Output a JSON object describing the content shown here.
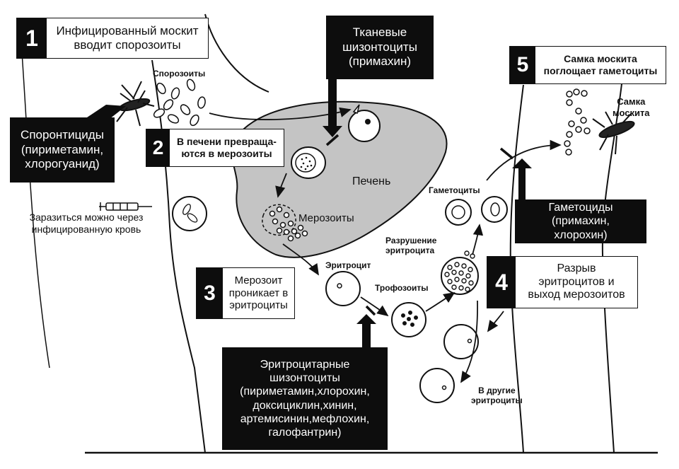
{
  "steps": [
    {
      "number": "1",
      "text": "Инфицированный москит\nвводит спорозоиты"
    },
    {
      "number": "2",
      "text": "В печени превраща-\nются в мерозоиты"
    },
    {
      "number": "3",
      "text": "Мерозоит\nпроникает в\nэритроциты"
    },
    {
      "number": "4",
      "text": "Разрыв\nэритроцитов и\nвыход мерозоитов"
    },
    {
      "number": "5",
      "text": "Самка москита\nпоглощает гаметоциты"
    }
  ],
  "drugs": {
    "sporonticides": "Спорونтициды\n(пириметамин,\nхлорогуанид)",
    "tissue_schizonticides": "Тканевые\nшизонтоциты\n(примахин)",
    "gametocides": "Гаметоциды\n(примахин,\nхлорохин)",
    "erythrocytic_schizonticides": "Эритроцитарные\nшизонтоциты\n(пириметамин,хлорохин,\nдоксициклин,хинин,\nартемисинин,мефлохин,\nгалофантрин)"
  },
  "labels": {
    "sporozoites": "Спорозоиты",
    "liver": "Печень",
    "merozoites": "Мерозоиты",
    "blood_infection": "Заразиться можно через\nинфицированную кровь",
    "erythrocyte": "Эритроцит",
    "trophozoites": "Трофозоиты",
    "erythrocyte_destruction": "Разрушение\nэритроцита",
    "gametocytes": "Гаметоциты",
    "female_mosquito": "Самка\nмоскита",
    "other_erythrocytes": "В другие\nэритроциты"
  }
}
